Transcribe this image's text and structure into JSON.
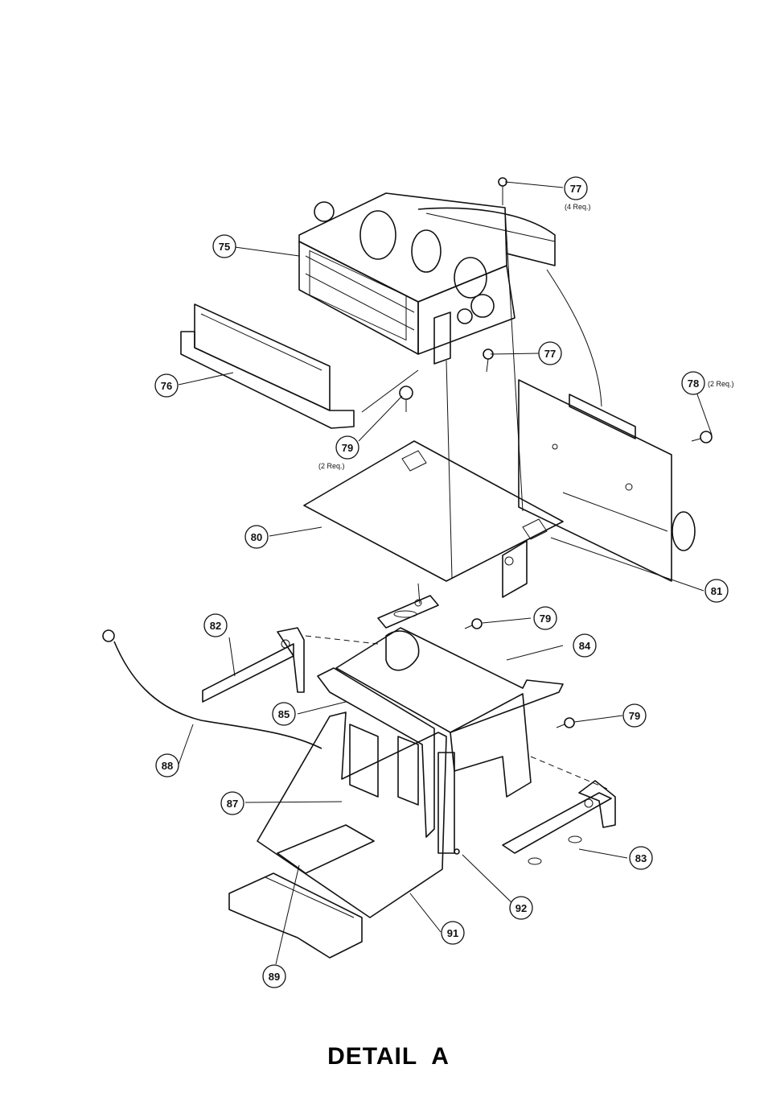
{
  "title": "DETAIL  A",
  "callouts": [
    {
      "id": "c77a",
      "label": "77"
    },
    {
      "id": "c77b",
      "label": "77"
    },
    {
      "id": "c75",
      "label": "75"
    },
    {
      "id": "c76",
      "label": "76"
    },
    {
      "id": "c78",
      "label": "78"
    },
    {
      "id": "c79a",
      "label": "79"
    },
    {
      "id": "c80",
      "label": "80"
    },
    {
      "id": "c81",
      "label": "81"
    },
    {
      "id": "c82",
      "label": "82"
    },
    {
      "id": "c79b",
      "label": "79"
    },
    {
      "id": "c84",
      "label": "84"
    },
    {
      "id": "c85",
      "label": "85"
    },
    {
      "id": "c79c",
      "label": "79"
    },
    {
      "id": "c88",
      "label": "88"
    },
    {
      "id": "c87",
      "label": "87"
    },
    {
      "id": "c83",
      "label": "83"
    },
    {
      "id": "c92",
      "label": "92"
    },
    {
      "id": "c91",
      "label": "91"
    },
    {
      "id": "c89",
      "label": "89"
    }
  ],
  "notes": {
    "n77": "(4 Req.)",
    "n78": "(2 Req.)",
    "n79": "(2 Req.)"
  }
}
